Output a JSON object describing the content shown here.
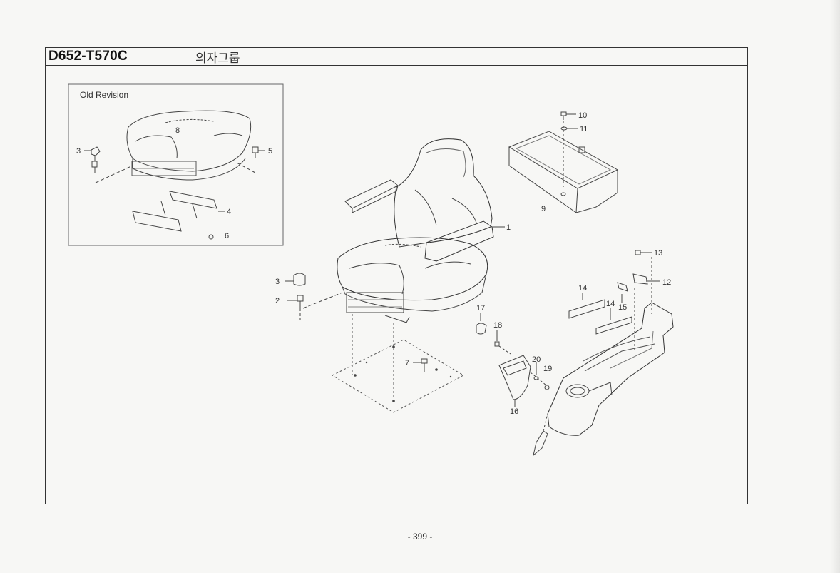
{
  "header": {
    "model_code": "D652-T570C",
    "group_name": "의자그룹"
  },
  "inset": {
    "title": "Old Revision"
  },
  "callouts": [
    "1",
    "2",
    "3",
    "3",
    "4",
    "5",
    "6",
    "7",
    "8",
    "9",
    "10",
    "11",
    "12",
    "13",
    "14",
    "14",
    "15",
    "16",
    "17",
    "18",
    "19",
    "20"
  ],
  "footer": {
    "page_number": "- 399 -"
  }
}
